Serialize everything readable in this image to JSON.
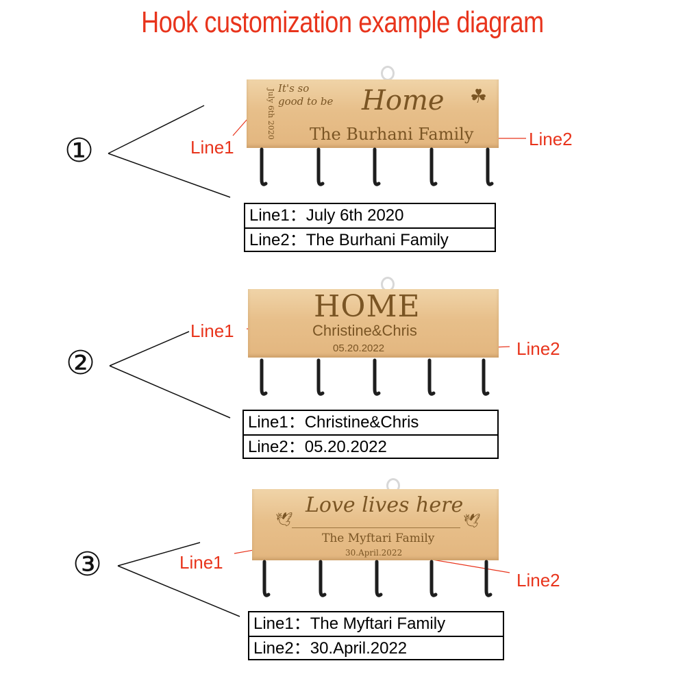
{
  "title": "Hook customization example diagram",
  "examples": [
    {
      "number": "①",
      "board": {
        "vertical_text": "July 6th 2020",
        "script_lead": "It's so\ngood to be",
        "script_main": "Home",
        "family": "The Burhani Family"
      },
      "callout_left": "Line1",
      "callout_right": "Line2",
      "rows": [
        "Line1：July 6th 2020",
        "Line2：The Burhani Family"
      ]
    },
    {
      "number": "②",
      "board": {
        "big": "HOME",
        "names": "Christine&Chris",
        "date": "05.20.2022"
      },
      "callout_left": "Line1",
      "callout_right": "Line2",
      "rows": [
        "Line1：Christine&Chris",
        "Line2：05.20.2022"
      ]
    },
    {
      "number": "③",
      "board": {
        "script": "Love lives here",
        "family": "The Myftari Family",
        "date": "30.April.2022"
      },
      "callout_left": "Line1",
      "callout_right": "Line2",
      "rows": [
        "Line1：The Myftari Family",
        "Line2：30.April.2022"
      ]
    }
  ],
  "colors": {
    "accent": "#e8341c",
    "wood": "#e7bf8a",
    "engraving": "#7a5524"
  }
}
